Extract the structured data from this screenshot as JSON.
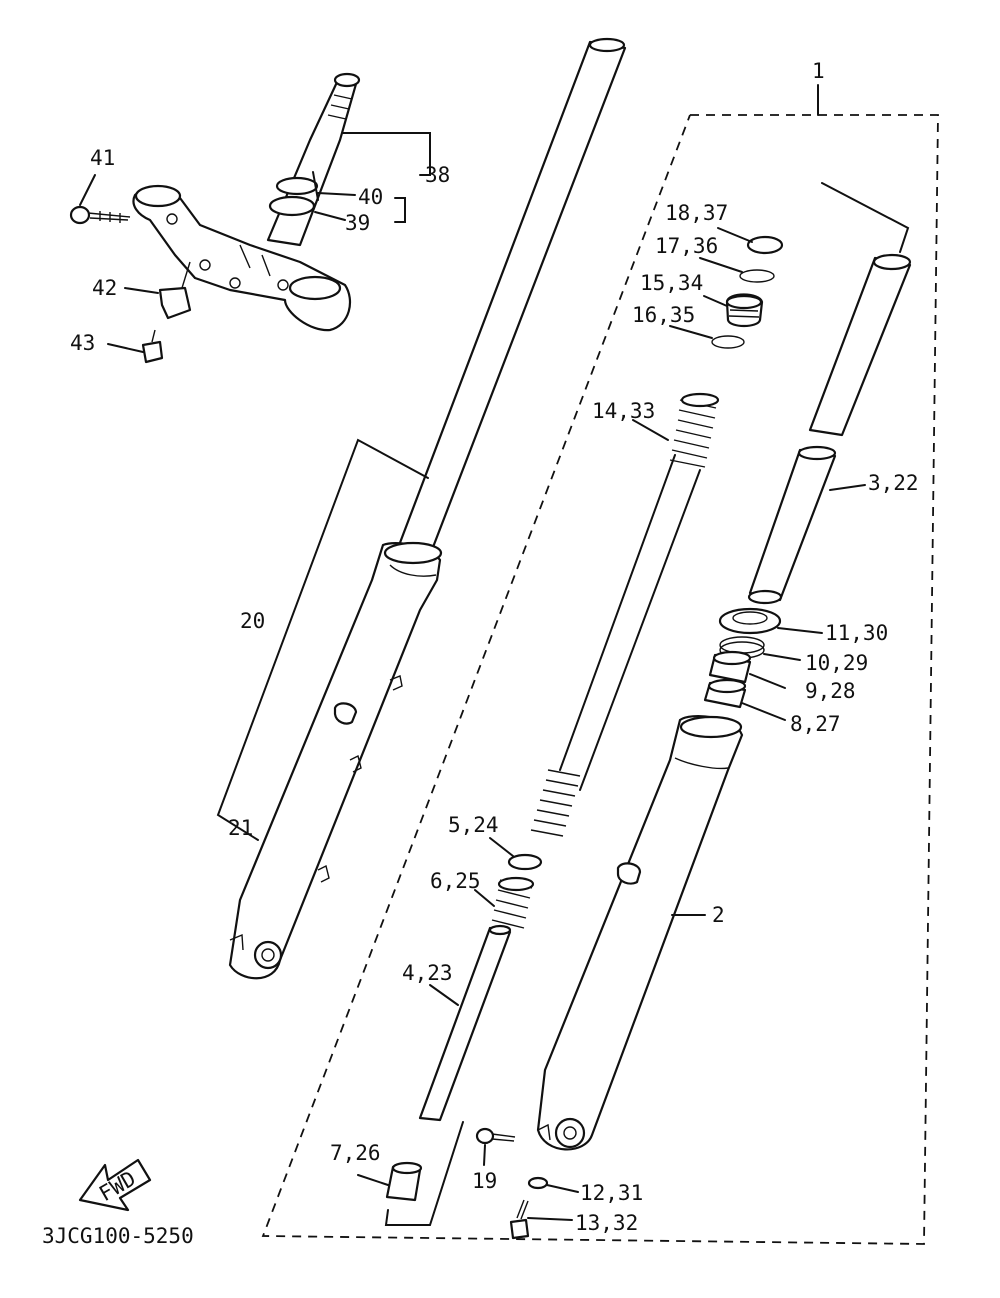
{
  "diagram_code": "3JCG100-5250",
  "fwd_label": "FWD",
  "callouts": {
    "c1": "1",
    "c2": "2",
    "c3_22": "3,22",
    "c4_23": "4,23",
    "c5_24": "5,24",
    "c6_25": "6,25",
    "c7_26": "7,26",
    "c8_27": "8,27",
    "c9_28": "9,28",
    "c10_29": "10,29",
    "c11_30": "11,30",
    "c12_31": "12,31",
    "c13_32": "13,32",
    "c14_33": "14,33",
    "c15_34": "15,34",
    "c16_35": "16,35",
    "c17_36": "17,36",
    "c18_37": "18,37",
    "c19": "19",
    "c20": "20",
    "c21": "21",
    "c38": "38",
    "c39": "39",
    "c40": "40",
    "c41": "41",
    "c42": "42",
    "c43": "43"
  }
}
